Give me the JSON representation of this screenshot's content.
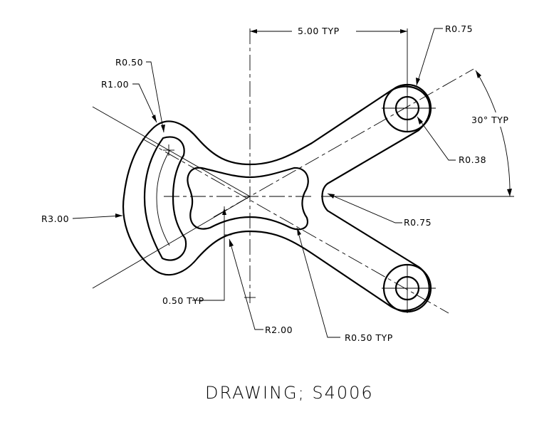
{
  "drawing": {
    "title": "DRAWING; S4006",
    "dimensions": {
      "width_typ": "5.00 TYP",
      "r_top_right_outer": "R0.75",
      "r_top_right_hole": "R0.38",
      "angle_typ": "30° TYP",
      "r_inner_vertex": "R0.75",
      "r_slot_end": "R0.50",
      "r_slot_center": "R1.00",
      "r_left_outer": "R3.00",
      "gap_typ": "0.50 TYP",
      "r_bottom": "R2.00",
      "r_pocket_typ": "R0.50 TYP"
    }
  }
}
